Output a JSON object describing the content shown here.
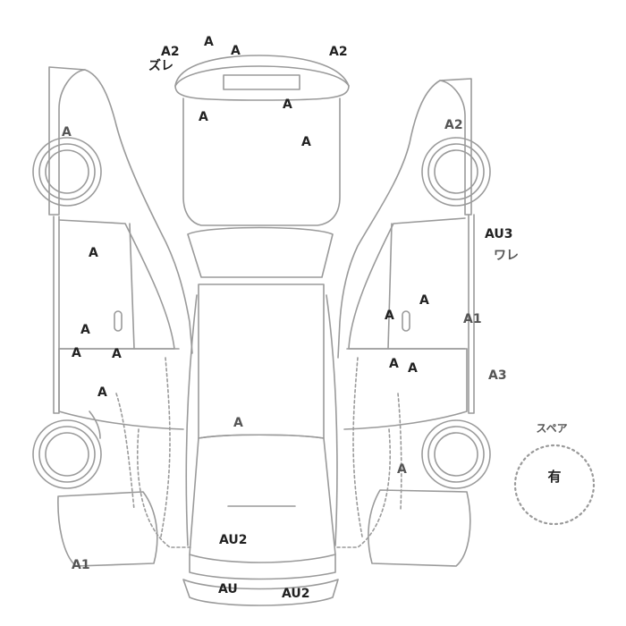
{
  "colors": {
    "outline": "#9a9a9a",
    "label_dark": "#222222",
    "label_gray": "#555555",
    "spare_dots": "#9a9a9a",
    "background": "#ffffff"
  },
  "labels": {
    "front_a2_left": "A2",
    "front_zure": "ズレ",
    "front_a_1": "A",
    "front_a_2": "A",
    "front_a2_right": "A2",
    "hood_a_left": "A",
    "hood_a_mid": "A",
    "hood_a_right": "A",
    "left_front_fender_a": "A",
    "left_front_door_a": "A",
    "left_pillar_a_upper": "A",
    "left_rear_door_a_1": "A",
    "left_rear_door_a_2": "A",
    "left_rear_door_a_3": "A",
    "left_rear_bumper_a1": "A1",
    "right_front_fender_a2": "A2",
    "right_pillar_au3": "AU3",
    "right_ware": "ワレ",
    "right_front_door_a_1": "A",
    "right_front_door_a_2": "A",
    "right_a1": "A1",
    "right_rear_door_a_1": "A",
    "right_rear_door_a_2": "A",
    "right_a3": "A3",
    "right_rear_wheel_a": "A",
    "roof_a": "A",
    "rear_hatch_au2": "AU2",
    "rear_bumper_au": "AU",
    "rear_bumper_au2": "AU2"
  },
  "spare": {
    "title": "スペア",
    "value": "有"
  }
}
